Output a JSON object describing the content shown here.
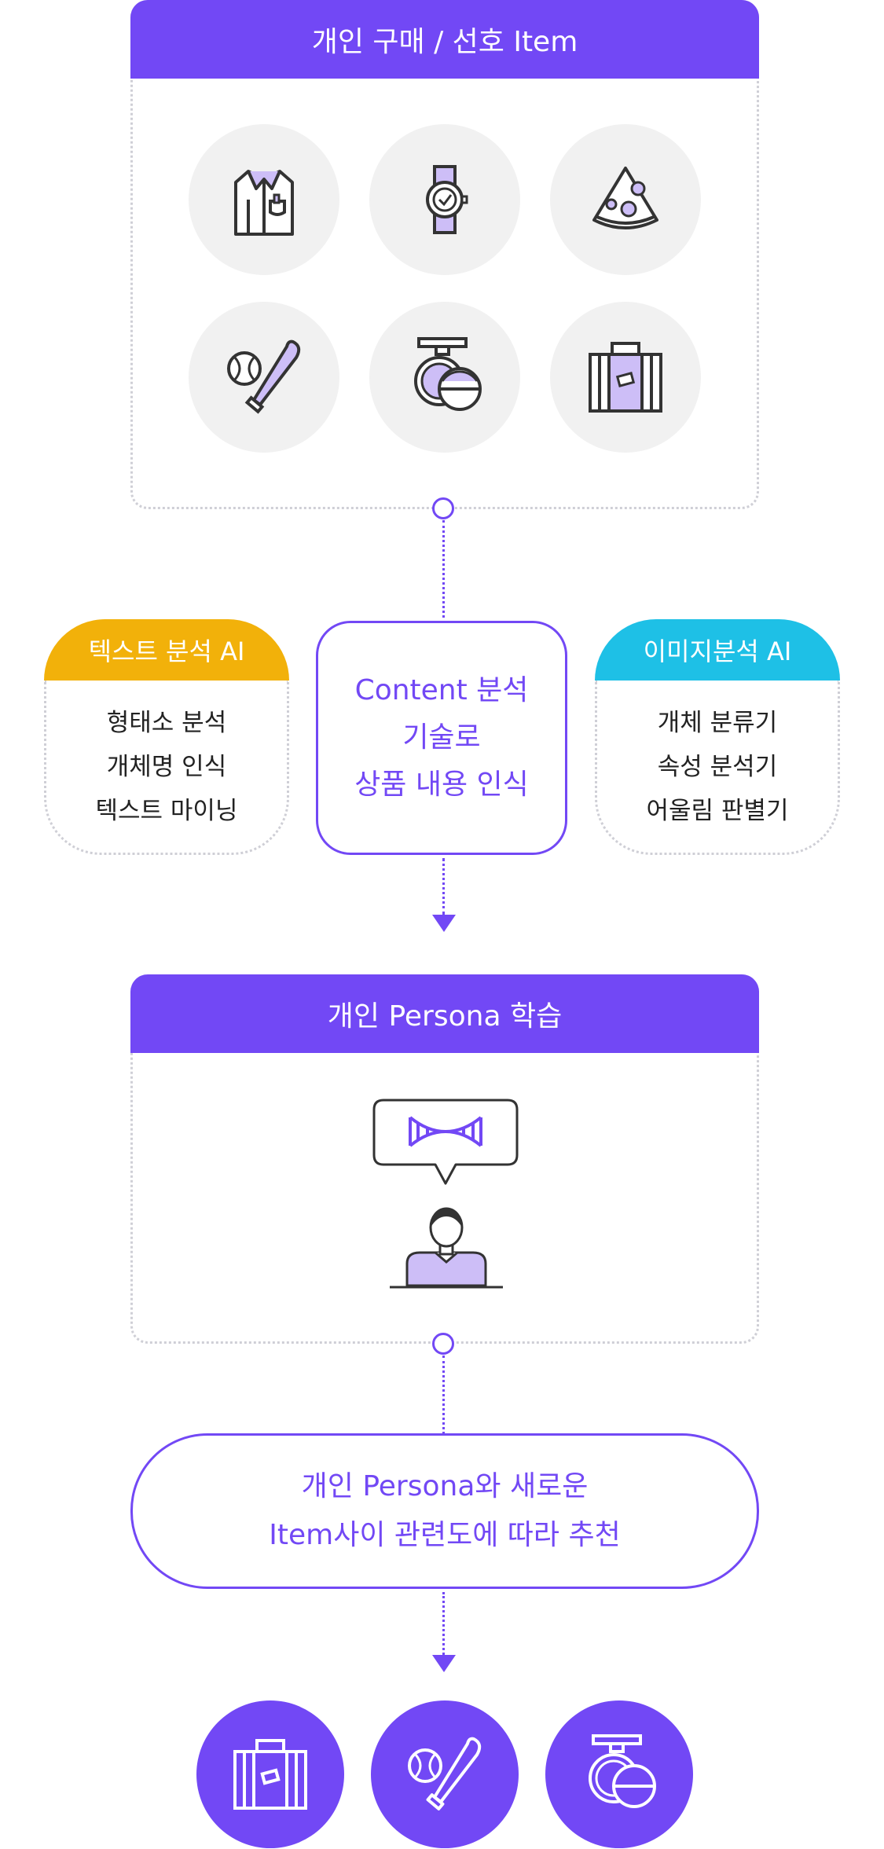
{
  "top_section": {
    "title": "개인 구매 / 선호 Item",
    "items": [
      "shirt-icon",
      "watch-icon",
      "pizza-icon",
      "baseball-bat-icon",
      "compact-icon",
      "suitcase-icon"
    ]
  },
  "text_ai": {
    "title": "텍스트 분석 AI",
    "lines": [
      "형태소 분석",
      "개체명 인식",
      "텍스트 마이닝"
    ],
    "color": "#f2b10a"
  },
  "center": {
    "lines": [
      "Content 분석",
      "기술로",
      "상품 내용 인식"
    ]
  },
  "image_ai": {
    "title": "이미지분석 AI",
    "lines": [
      "개체 분류기",
      "속성 분석기",
      "어울림 판별기"
    ],
    "color": "#1ec0e6"
  },
  "persona": {
    "title": "개인 Persona 학습",
    "icons": [
      "dna-icon",
      "person-icon"
    ]
  },
  "recommend": {
    "lines": [
      "개인 Persona와 새로운",
      "Item사이 관련도에 따라 추천"
    ]
  },
  "results": {
    "items": [
      "suitcase-icon",
      "baseball-bat-icon",
      "compact-icon"
    ]
  },
  "colors": {
    "accent": "#7248f5",
    "icon_fill": "#cdbef7",
    "circle_bg": "#f1f1f1",
    "dotted": "#cfcfd6"
  }
}
